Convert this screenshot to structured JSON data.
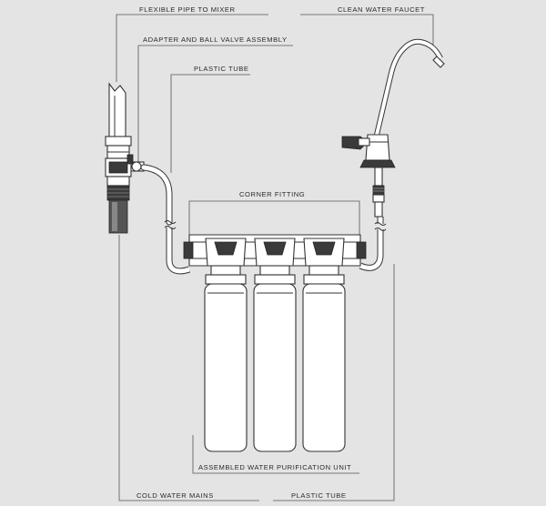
{
  "labels": {
    "flexible_pipe": "FLEXIBLE PIPE TO MIXER",
    "clean_water_faucet": "CLEAN WATER FAUCET",
    "adapter_ball_valve": "ADAPTER AND BALL VALVE ASSEMBLY",
    "plastic_tube_top": "PLASTIC TUBE",
    "corner_fitting": "CORNER FITTING",
    "assembled_unit": "ASSEMBLED WATER PURIFICATION UNIT",
    "cold_water_mains": "COLD WATER MAINS",
    "plastic_tube_bottom": "PLASTIC TUBE"
  }
}
